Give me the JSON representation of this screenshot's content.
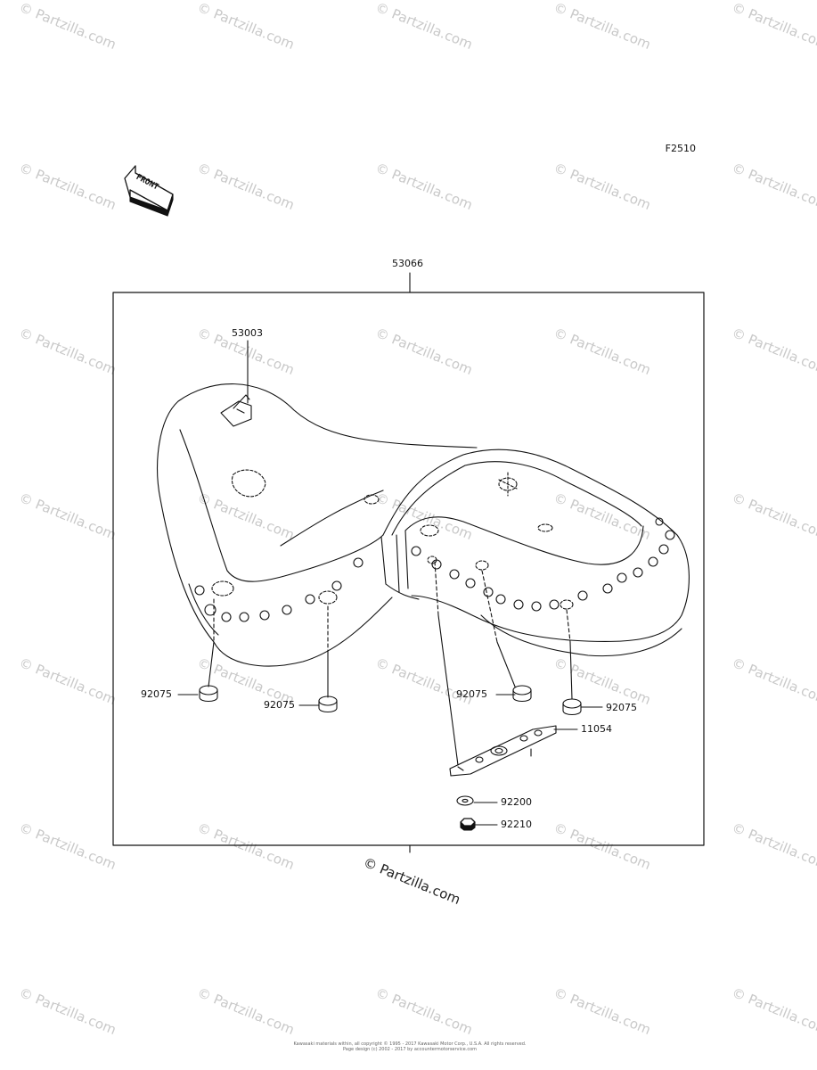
{
  "figure_code": "F2510",
  "front_label": "FRONT",
  "watermark_text": "© Partzilla.com",
  "parts": {
    "assembly": "53066",
    "emblem": "53003",
    "damper_1": "92075",
    "damper_2": "92075",
    "damper_3": "92075",
    "damper_4": "92075",
    "bracket": "11054",
    "washer": "92200",
    "nut": "92210"
  },
  "copyright_line1": "Kawasaki materials within, all copyright © 1995 - 2017 Kawasaki Motor Corp., U.S.A. All rights reserved.",
  "copyright_line2": "Page design (c) 2002 - 2017 by accountermotorservice.com",
  "colors": {
    "line": "#111111",
    "watermark": "#c9c9c9"
  }
}
